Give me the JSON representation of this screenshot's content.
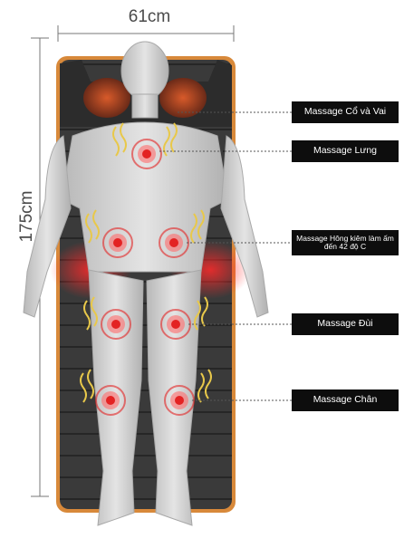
{
  "dimensions": {
    "width_label": "61cm",
    "height_label": "175cm"
  },
  "callouts": [
    {
      "text": "Massage Cổ và Vai"
    },
    {
      "text": "Massage Lưng"
    },
    {
      "text": "Massage Hông kiêm làm ấm đến 42 độ C"
    },
    {
      "text": "Massage Đùi"
    },
    {
      "text": "Massage Chân"
    }
  ],
  "colors": {
    "mat": "#3a3a3a",
    "mat_border": "#d8893a",
    "hotspot": "#e32323",
    "body": "#c9c9c9",
    "label_bg": "#0d0d0d",
    "heat_wave": "#e8c84a"
  }
}
